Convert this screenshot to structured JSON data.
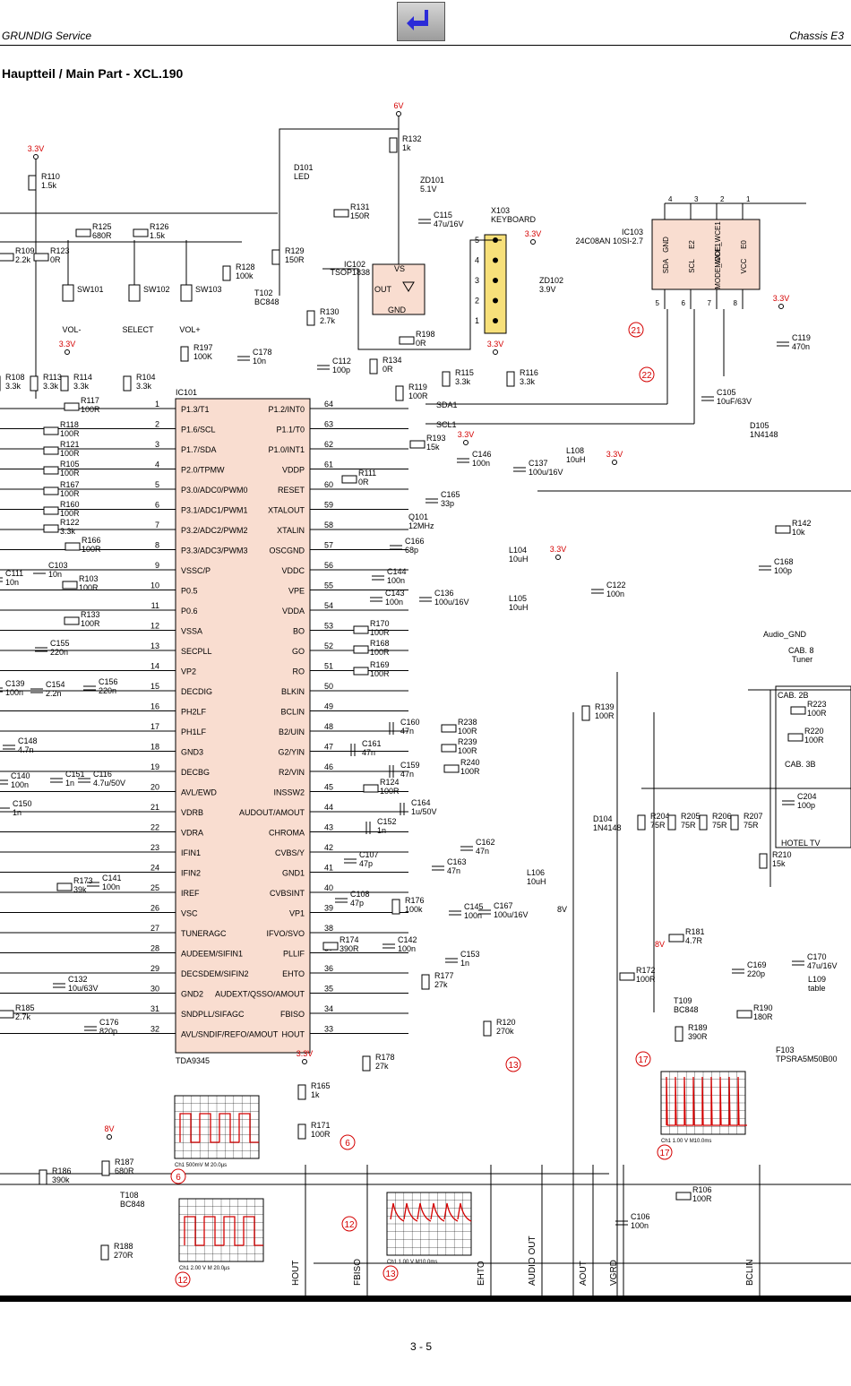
{
  "header": {
    "left": "GRUNDIG Service",
    "right": "Chassis E3"
  },
  "nav": {
    "back_icon": "return-arrow-icon",
    "back_color": "#2b2bd8"
  },
  "section_title": "Hauptteil / Main Part - XCL.190",
  "page_number": "3 - 5",
  "colors": {
    "ic_fill": "#f9ddd0",
    "keyboard_fill": "#f7e07a",
    "supply_label": "#d40000",
    "wire": "#000000"
  },
  "ic101": {
    "ref": "IC101",
    "type": "TDA9345",
    "left_pins": [
      {
        "num": "1",
        "name": "P1.3/T1"
      },
      {
        "num": "2",
        "name": "P1.6/SCL"
      },
      {
        "num": "3",
        "name": "P1.7/SDA"
      },
      {
        "num": "4",
        "name": "P2.0/TPMW"
      },
      {
        "num": "5",
        "name": "P3.0/ADC0/PWM0"
      },
      {
        "num": "6",
        "name": "P3.1/ADC1/PWM1"
      },
      {
        "num": "7",
        "name": "P3.2/ADC2/PWM2"
      },
      {
        "num": "8",
        "name": "P3.3/ADC3/PWM3"
      },
      {
        "num": "9",
        "name": "VSSC/P"
      },
      {
        "num": "10",
        "name": "P0.5"
      },
      {
        "num": "11",
        "name": "P0.6"
      },
      {
        "num": "12",
        "name": "VSSA"
      },
      {
        "num": "13",
        "name": "SECPLL"
      },
      {
        "num": "14",
        "name": "VP2"
      },
      {
        "num": "15",
        "name": "DECDIG"
      },
      {
        "num": "16",
        "name": "PH2LF"
      },
      {
        "num": "17",
        "name": "PH1LF"
      },
      {
        "num": "18",
        "name": "GND3"
      },
      {
        "num": "19",
        "name": "DECBG"
      },
      {
        "num": "20",
        "name": "AVL/EWD"
      },
      {
        "num": "21",
        "name": "VDRB"
      },
      {
        "num": "22",
        "name": "VDRA"
      },
      {
        "num": "23",
        "name": "IFIN1"
      },
      {
        "num": "24",
        "name": "IFIN2"
      },
      {
        "num": "25",
        "name": "IREF"
      },
      {
        "num": "26",
        "name": "VSC"
      },
      {
        "num": "27",
        "name": "TUNERAGC"
      },
      {
        "num": "28",
        "name": "AUDEEM/SIFIN1"
      },
      {
        "num": "29",
        "name": "DECSDEM/SIFIN2"
      },
      {
        "num": "30",
        "name": "GND2"
      },
      {
        "num": "31",
        "name": "SNDPLL/SIFAGC"
      },
      {
        "num": "32",
        "name": "AVL/SNDIF/REFO/AMOUT"
      }
    ],
    "right_pins": [
      {
        "num": "64",
        "name": "P1.2/INT0"
      },
      {
        "num": "63",
        "name": "P1.1/T0"
      },
      {
        "num": "62",
        "name": "P1.0/INT1"
      },
      {
        "num": "61",
        "name": "VDDP"
      },
      {
        "num": "60",
        "name": "RESET"
      },
      {
        "num": "59",
        "name": "XTALOUT"
      },
      {
        "num": "58",
        "name": "XTALIN"
      },
      {
        "num": "57",
        "name": "OSCGND"
      },
      {
        "num": "56",
        "name": "VDDC"
      },
      {
        "num": "55",
        "name": "VPE"
      },
      {
        "num": "54",
        "name": "VDDA"
      },
      {
        "num": "53",
        "name": "BO"
      },
      {
        "num": "52",
        "name": "GO"
      },
      {
        "num": "51",
        "name": "RO"
      },
      {
        "num": "50",
        "name": "BLKIN"
      },
      {
        "num": "49",
        "name": "BCLIN"
      },
      {
        "num": "48",
        "name": "B2/UIN"
      },
      {
        "num": "47",
        "name": "G2/YIN"
      },
      {
        "num": "46",
        "name": "R2/VIN"
      },
      {
        "num": "45",
        "name": "INSSW2"
      },
      {
        "num": "44",
        "name": "AUDOUT/AMOUT"
      },
      {
        "num": "43",
        "name": "CHROMA"
      },
      {
        "num": "42",
        "name": "CVBS/Y"
      },
      {
        "num": "41",
        "name": "GND1"
      },
      {
        "num": "40",
        "name": "CVBSINT"
      },
      {
        "num": "39",
        "name": "VP1"
      },
      {
        "num": "38",
        "name": "IFVO/SVO"
      },
      {
        "num": "37",
        "name": "PLLIF"
      },
      {
        "num": "36",
        "name": "EHTO"
      },
      {
        "num": "35",
        "name": "AUDEXT/QSSO/AMOUT"
      },
      {
        "num": "34",
        "name": "FBISO"
      },
      {
        "num": "33",
        "name": "HOUT"
      }
    ]
  },
  "ic103": {
    "ref": "IC103",
    "type": "24C08AN 10SI-2.7",
    "top_pins": [
      {
        "num": "4",
        "name": "GND"
      },
      {
        "num": "3",
        "name": "E2"
      },
      {
        "num": "2",
        "name": "MODE_WCE1"
      },
      {
        "num": "1",
        "name": "E0"
      }
    ],
    "bottom_pins": [
      {
        "num": "5",
        "name": "SDA"
      },
      {
        "num": "6",
        "name": "SCL"
      },
      {
        "num": "7",
        "name": "MODE_WCE1"
      },
      {
        "num": "8",
        "name": "VCC"
      }
    ]
  },
  "ic102": {
    "ref": "IC102",
    "type": "TSOP1838",
    "pins": [
      "VS",
      "OUT",
      "GND"
    ]
  },
  "x103": {
    "ref": "X103",
    "type": "KEYBOARD",
    "pins": [
      "5",
      "4",
      "3",
      "2",
      "1"
    ]
  },
  "switches": [
    {
      "ref": "SW101",
      "label": "VOL-"
    },
    {
      "ref": "SW102",
      "label": "SELECT"
    },
    {
      "ref": "SW103",
      "label": "VOL+"
    }
  ],
  "supplies": [
    "6V",
    "3.3V",
    "8V"
  ],
  "nets": [
    "SDA1",
    "SCL1",
    "Audio_GND",
    "HOTEL TV"
  ],
  "tuner_block": {
    "title": "CAB. 8",
    "sub": "Tuner",
    "c2b": "CAB. 2B",
    "c3b": "CAB. 3B"
  },
  "components": [
    {
      "ref": "R132",
      "value": "1k"
    },
    {
      "ref": "ZD101",
      "value": "5.1V"
    },
    {
      "ref": "D101",
      "value": "LED"
    },
    {
      "ref": "R110",
      "value": "1.5k"
    },
    {
      "ref": "R131",
      "value": "150R"
    },
    {
      "ref": "C115",
      "value": "47u/16V"
    },
    {
      "ref": "R125",
      "value": "680R"
    },
    {
      "ref": "R126",
      "value": "1.5k"
    },
    {
      "ref": "R109",
      "value": "2.2k"
    },
    {
      "ref": "R123",
      "value": "0R"
    },
    {
      "ref": "R128",
      "value": "100k"
    },
    {
      "ref": "R129",
      "value": "150R"
    },
    {
      "ref": "ZD102",
      "value": "3.9V"
    },
    {
      "ref": "T102",
      "value": "BC848"
    },
    {
      "ref": "R130",
      "value": "2.7k"
    },
    {
      "ref": "R197",
      "value": "100K"
    },
    {
      "ref": "C178",
      "value": "10n"
    },
    {
      "ref": "R198",
      "value": "0R"
    },
    {
      "ref": "C119",
      "value": "470n"
    },
    {
      "ref": "C112",
      "value": "100p"
    },
    {
      "ref": "R134",
      "value": "0R"
    },
    {
      "ref": "R115",
      "value": "3.3k"
    },
    {
      "ref": "R116",
      "value": "3.3k"
    },
    {
      "ref": "R108",
      "value": "3.3k"
    },
    {
      "ref": "R113",
      "value": "3.3k"
    },
    {
      "ref": "R114",
      "value": "3.3k"
    },
    {
      "ref": "R104",
      "value": "3.3k"
    },
    {
      "ref": "R119",
      "value": "100R"
    },
    {
      "ref": "C105",
      "value": "10uF/63V"
    },
    {
      "ref": "D105",
      "value": "1N4148"
    },
    {
      "ref": "R117",
      "value": "100R"
    },
    {
      "ref": "R118",
      "value": "100R"
    },
    {
      "ref": "R121",
      "value": "100R"
    },
    {
      "ref": "R105",
      "value": "100R"
    },
    {
      "ref": "R167",
      "value": "100R"
    },
    {
      "ref": "R160",
      "value": "100R"
    },
    {
      "ref": "R122",
      "value": "3.3k"
    },
    {
      "ref": "R166",
      "value": "100R"
    },
    {
      "ref": "R193",
      "value": "15k"
    },
    {
      "ref": "C146",
      "value": "100n"
    },
    {
      "ref": "C137",
      "value": "100u/16V"
    },
    {
      "ref": "L108",
      "value": "10uH"
    },
    {
      "ref": "R111",
      "value": "0R"
    },
    {
      "ref": "C165",
      "value": "33p"
    },
    {
      "ref": "Q101",
      "value": "12MHz"
    },
    {
      "ref": "C166",
      "value": "68p"
    },
    {
      "ref": "R142",
      "value": "10k"
    },
    {
      "ref": "C168",
      "value": "100p"
    },
    {
      "ref": "C111",
      "value": "10n"
    },
    {
      "ref": "C103",
      "value": "10n"
    },
    {
      "ref": "R103",
      "value": "100R"
    },
    {
      "ref": "R133",
      "value": "100R"
    },
    {
      "ref": "C144",
      "value": "100n"
    },
    {
      "ref": "C143",
      "value": "100n"
    },
    {
      "ref": "C136",
      "value": "100u/16V"
    },
    {
      "ref": "L104",
      "value": "10uH"
    },
    {
      "ref": "L105",
      "value": "10uH"
    },
    {
      "ref": "C122",
      "value": "100n"
    },
    {
      "ref": "R170",
      "value": "100R"
    },
    {
      "ref": "R168",
      "value": "100R"
    },
    {
      "ref": "R169",
      "value": "100R"
    },
    {
      "ref": "C155",
      "value": "220n"
    },
    {
      "ref": "C139",
      "value": "100n"
    },
    {
      "ref": "C154",
      "value": "2.2n"
    },
    {
      "ref": "C156",
      "value": "220n"
    },
    {
      "ref": "R139",
      "value": "100R"
    },
    {
      "ref": "R223",
      "value": "100R"
    },
    {
      "ref": "R220",
      "value": "100R"
    },
    {
      "ref": "C148",
      "value": "4.7n"
    },
    {
      "ref": "C160",
      "value": "47n"
    },
    {
      "ref": "R238",
      "value": "100R"
    },
    {
      "ref": "C161",
      "value": "47n"
    },
    {
      "ref": "R239",
      "value": "100R"
    },
    {
      "ref": "C159",
      "value": "47n"
    },
    {
      "ref": "R240",
      "value": "100R"
    },
    {
      "ref": "C140",
      "value": "100n"
    },
    {
      "ref": "C151",
      "value": "1n"
    },
    {
      "ref": "C116",
      "value": "4.7u/50V"
    },
    {
      "ref": "R124",
      "value": "100R"
    },
    {
      "ref": "C150",
      "value": "1n"
    },
    {
      "ref": "C164",
      "value": "1u/50V"
    },
    {
      "ref": "C204",
      "value": "100p"
    },
    {
      "ref": "D104",
      "value": "1N4148"
    },
    {
      "ref": "R204",
      "value": "75R"
    },
    {
      "ref": "R205",
      "value": "75R"
    },
    {
      "ref": "R206",
      "value": "75R"
    },
    {
      "ref": "R207",
      "value": "75R"
    },
    {
      "ref": "C152",
      "value": "1n"
    },
    {
      "ref": "C162",
      "value": "47n"
    },
    {
      "ref": "C107",
      "value": "47p"
    },
    {
      "ref": "C163",
      "value": "47n"
    },
    {
      "ref": "R210",
      "value": "15k"
    },
    {
      "ref": "R173",
      "value": "39k"
    },
    {
      "ref": "C141",
      "value": "100n"
    },
    {
      "ref": "C108",
      "value": "47p"
    },
    {
      "ref": "R176",
      "value": "100k"
    },
    {
      "ref": "C145",
      "value": "100n"
    },
    {
      "ref": "C167",
      "value": "100u/16V"
    },
    {
      "ref": "L106",
      "value": "10uH"
    },
    {
      "ref": "R174",
      "value": "390R"
    },
    {
      "ref": "C142",
      "value": "100n"
    },
    {
      "ref": "R181",
      "value": "4.7R"
    },
    {
      "ref": "C170",
      "value": "47u/16V"
    },
    {
      "ref": "C132",
      "value": "10u/63V"
    },
    {
      "ref": "C153",
      "value": "1n"
    },
    {
      "ref": "R177",
      "value": "27k"
    },
    {
      "ref": "R172",
      "value": "100R"
    },
    {
      "ref": "T109",
      "value": "BC848"
    },
    {
      "ref": "C169",
      "value": "220p"
    },
    {
      "ref": "L109",
      "value": "table"
    },
    {
      "ref": "R185",
      "value": "2.7k"
    },
    {
      "ref": "C176",
      "value": "820p"
    },
    {
      "ref": "R120",
      "value": "270k"
    },
    {
      "ref": "R189",
      "value": "390R"
    },
    {
      "ref": "R190",
      "value": "180R"
    },
    {
      "ref": "F103",
      "value": "TPSRA5M50B00"
    },
    {
      "ref": "R178",
      "value": "27k"
    },
    {
      "ref": "R165",
      "value": "1k"
    },
    {
      "ref": "R171",
      "value": "100R"
    },
    {
      "ref": "R187",
      "value": "680R"
    },
    {
      "ref": "R186",
      "value": "390k"
    },
    {
      "ref": "T108",
      "value": "BC848"
    },
    {
      "ref": "R188",
      "value": "270R"
    },
    {
      "ref": "C106",
      "value": "100n"
    },
    {
      "ref": "R106",
      "value": "100R"
    }
  ],
  "test_points": [
    "21",
    "22",
    "6",
    "12",
    "13",
    "17"
  ],
  "waveforms": [
    {
      "id": "6",
      "caption": "Ch1    500mV    M 20.0µs"
    },
    {
      "id": "12",
      "caption": "Ch1    2.00 V    M 20.0µs"
    },
    {
      "id": "13",
      "caption": "Ch1    1.00 V    M10.0ms"
    },
    {
      "id": "17",
      "caption": "Ch1    1.00 V    M10.0ms"
    }
  ],
  "bottom_signals": [
    "HOUT",
    "FBISO",
    "EHTO",
    "AUDIO OUT",
    "AOUT",
    "VGRD",
    "BCLIN"
  ]
}
